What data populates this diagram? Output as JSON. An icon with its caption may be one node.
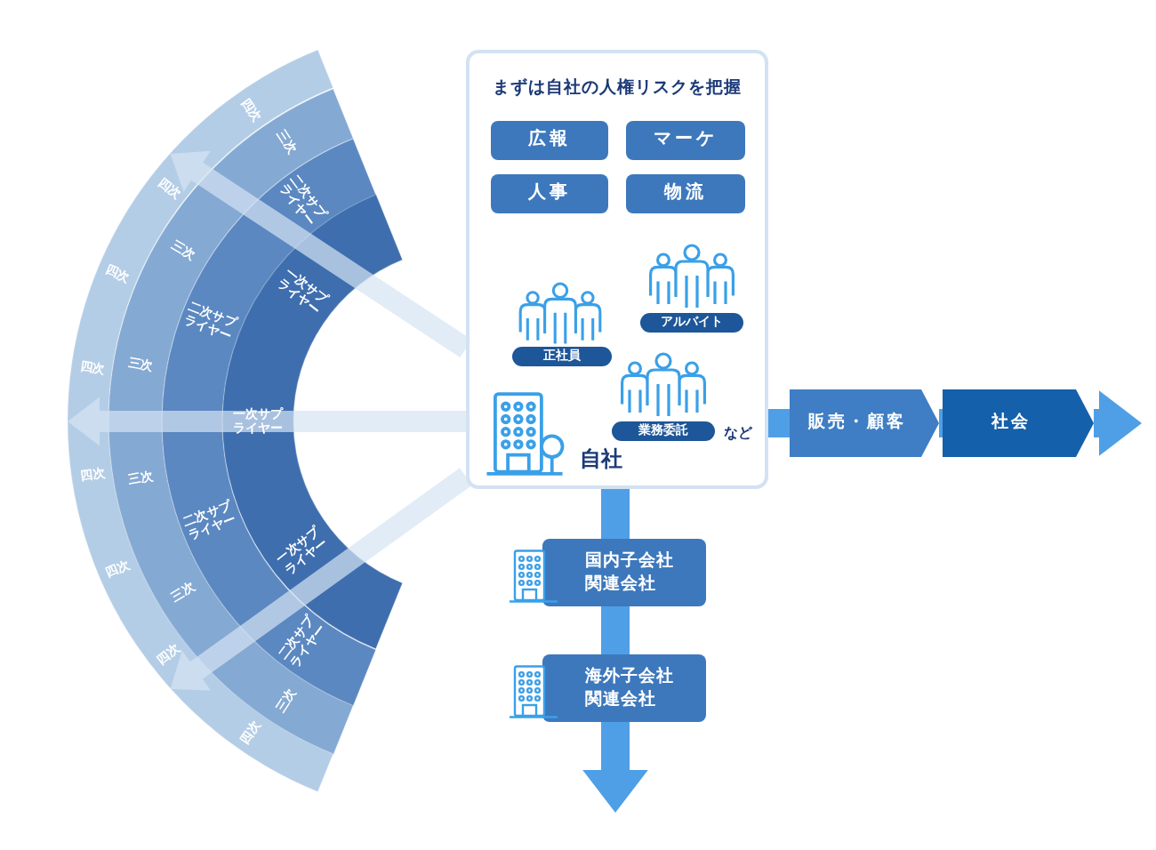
{
  "diagram": {
    "nodes": [
      {
        "text": [
          "まずは自社の人権リスクを把握"
        ]
      },
      {
        "text": [
          "自社"
        ],
        "in": 0
      },
      {
        "text": [
          "広報"
        ],
        "in": 0
      },
      {
        "text": [
          "マーケ"
        ],
        "in": 0
      },
      {
        "text": [
          "人事"
        ],
        "in": 0
      },
      {
        "text": [
          "物流"
        ],
        "in": 0
      },
      {
        "text": [
          "正社員"
        ],
        "in": 0
      },
      {
        "text": [
          "アルバイト"
        ],
        "in": 0
      },
      {
        "text": [
          "業務委託"
        ],
        "in": 0,
        "beside": [
          "など"
        ]
      },
      {
        "text": [
          "販売・顧客"
        ]
      },
      {
        "text": [
          "社会"
        ]
      },
      {
        "text": [
          "国内子会社関連会社"
        ]
      },
      {
        "text": [
          "海外子会社関連会社"
        ]
      },
      {
        "text": [
          "一次サプライヤー",
          "一次サプライヤー",
          "一次サプライヤー"
        ]
      },
      {
        "text": [
          "二次サプライヤー",
          "二次サプライヤー",
          "二次サプライヤー",
          "二次サプライヤー"
        ]
      },
      {
        "text": [
          "三次",
          "三次",
          "三次",
          "三次",
          "三次",
          "三次"
        ]
      },
      {
        "text": [
          "四次",
          "四次",
          "四次",
          "四次",
          "四次",
          "四次",
          "四次",
          "四次"
        ]
      }
    ],
    "edges": [
      {
        "from": 0,
        "to": 9,
        "arrow": "none"
      },
      {
        "from": 9,
        "to": 10,
        "arrow": "none"
      },
      {
        "from": 10,
        "to": null,
        "arrow": "to"
      },
      {
        "from": 0,
        "to": 11,
        "arrow": "none"
      },
      {
        "from": 11,
        "to": 12,
        "arrow": "none"
      },
      {
        "from": 12,
        "to": null,
        "arrow": "to"
      },
      {
        "from": 0,
        "to": 16,
        "arrow": "to",
        "color": "#d5e4f3"
      },
      {
        "from": 0,
        "to": 16,
        "arrow": "to",
        "color": "#d5e4f3"
      },
      {
        "from": 0,
        "to": 16,
        "arrow": "to",
        "color": "#d5e4f3"
      }
    ]
  }
}
